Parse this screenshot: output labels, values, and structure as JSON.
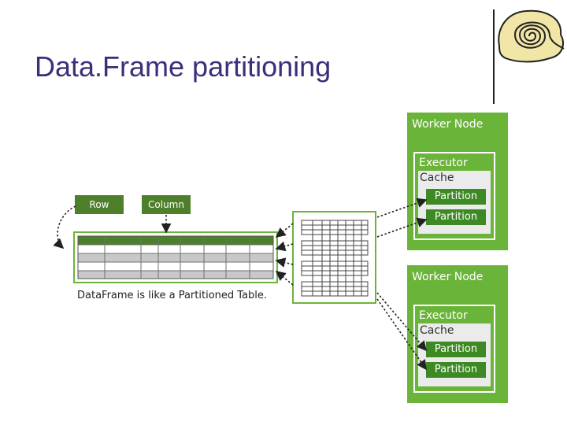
{
  "title": "Data.Frame partitioning",
  "labels": {
    "row": "Row",
    "column": "Column"
  },
  "caption": "DataFrame is like a Partitioned Table.",
  "worker_nodes": [
    {
      "title": "Worker Node",
      "executor": "Executor",
      "cache": "Cache",
      "partitions": [
        "Partition",
        "Partition"
      ]
    },
    {
      "title": "Worker Node",
      "executor": "Executor",
      "cache": "Cache",
      "partitions": [
        "Partition",
        "Partition"
      ]
    }
  ],
  "colors": {
    "title": "#3a2f7a",
    "green": "#6bb43a",
    "dark_green": "#4e7f2a",
    "partition_green": "#3d8a24"
  }
}
